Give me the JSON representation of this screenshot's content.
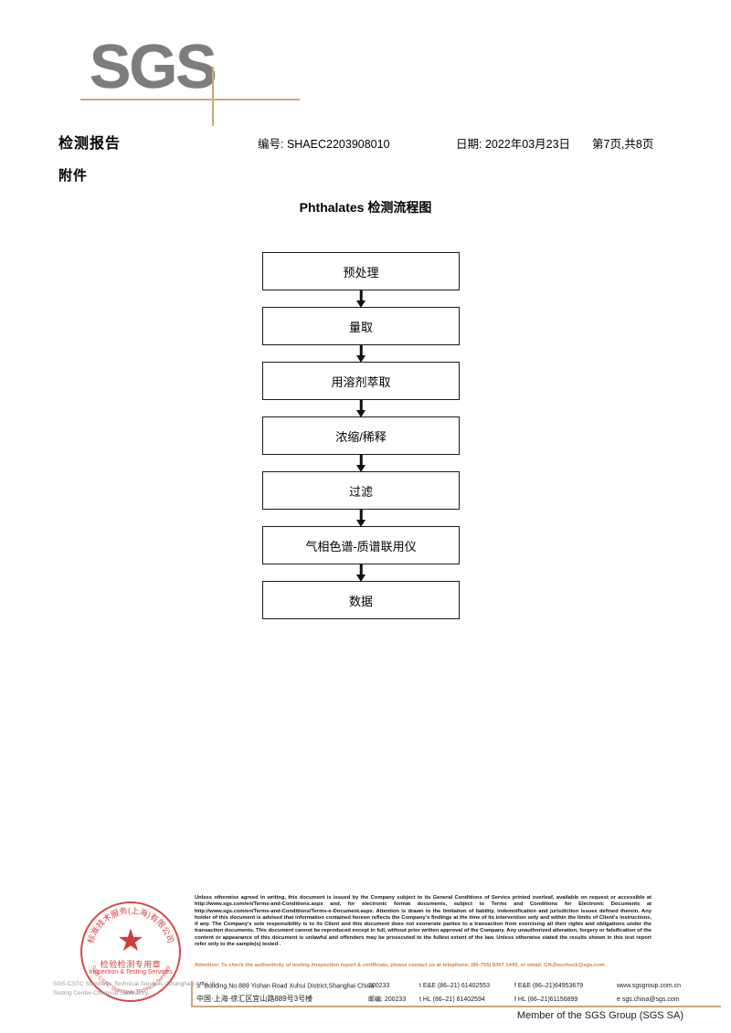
{
  "logo": {
    "text": "SGS"
  },
  "header": {
    "title": "检测报告",
    "subtitle": "附件",
    "report_no": "编号: SHAEC2203908010",
    "date": "日期: 2022年03月23日",
    "page": "第7页,共8页"
  },
  "flowchart": {
    "title": "Phthalates 检测流程图",
    "steps": [
      {
        "label": "预处理"
      },
      {
        "label": "量取"
      },
      {
        "label": "用溶剂萃取"
      },
      {
        "label": "浓缩/稀释"
      },
      {
        "label": "过滤"
      },
      {
        "label": "气相色谱-质谱联用仪"
      },
      {
        "label": "数据"
      }
    ]
  },
  "stamp": {
    "arc_cn": "标准技术服务(上海)有限公司",
    "arc_en": "SGS-CSTC Standards Technical Services",
    "center_cn": "检验检测专用章",
    "center_en": "Inspection & Testing Services",
    "color": "#cc2222"
  },
  "watermark": {
    "line1": "SGS-CSTC Standards Technical Services (Shanghai) Co.,Ltd.",
    "line2": "Testing Center-Chemical Laboratory."
  },
  "footer": {
    "legal": "Unless otherwise agreed in writing, this document is issued by the Company subject to its General Conditions of Service printed overleaf, available on request or accessible at http://www.sgs.com/en/Terms-and-Conditions.aspx and, for electronic format documents, subject to Terms and Conditions for Electronic Documents at http://www.sgs.com/en/Terms-and-Conditions/Terms-e-Document.aspx. Attention is drawn to the limitation of liability, indemnification and jurisdiction issues defined therein. Any holder of this document is advised that information contained hereon reflects the Company's findings at the time of its intervention only and within the limits of Client's instructions, if any. The Company's sole responsibility is to its Client and this document does not exonerate parties to a transaction from exercising all their rights and obligations under the transaction documents. This document cannot be reproduced except in full, without prior written approval of the Company. Any unauthorized alteration, forgery or falsification of the content or appearance of this document is unlawful and offenders may be prosecuted to the fullest extent of the law. Unless otherwise stated the results shown in this test report refer only to the sample(s) tested .",
    "attention": "Attention: To check the authenticity of testing /inspection report & certificate, please contact us at telephone: (86-755) 8307 1443, or email: CN.Doccheck@sgs.com",
    "attention_color": "#d4803c",
    "address_en": "Building,No.889 Yishan Road Xuhui District,Shanghai China",
    "address_en_prefix": "3",
    "address_en_sup": "rd",
    "postcode_en": "200233",
    "address_cn": "中国·上海·徐汇区宜山路889号3号楼",
    "postcode_cn": "邮编: 200233",
    "tel_ee": "t E&E (86–21) 61402553",
    "fax_ee": "f E&E (86–21)64953679",
    "web": "www.sgsgroup.com.cn",
    "tel_hl": "t HL (86–21) 61402594",
    "fax_hl": "f HL (86–21)61156899",
    "email": "e  sgs.china@sgs.com",
    "member": "Member of the SGS Group (SGS SA)"
  }
}
